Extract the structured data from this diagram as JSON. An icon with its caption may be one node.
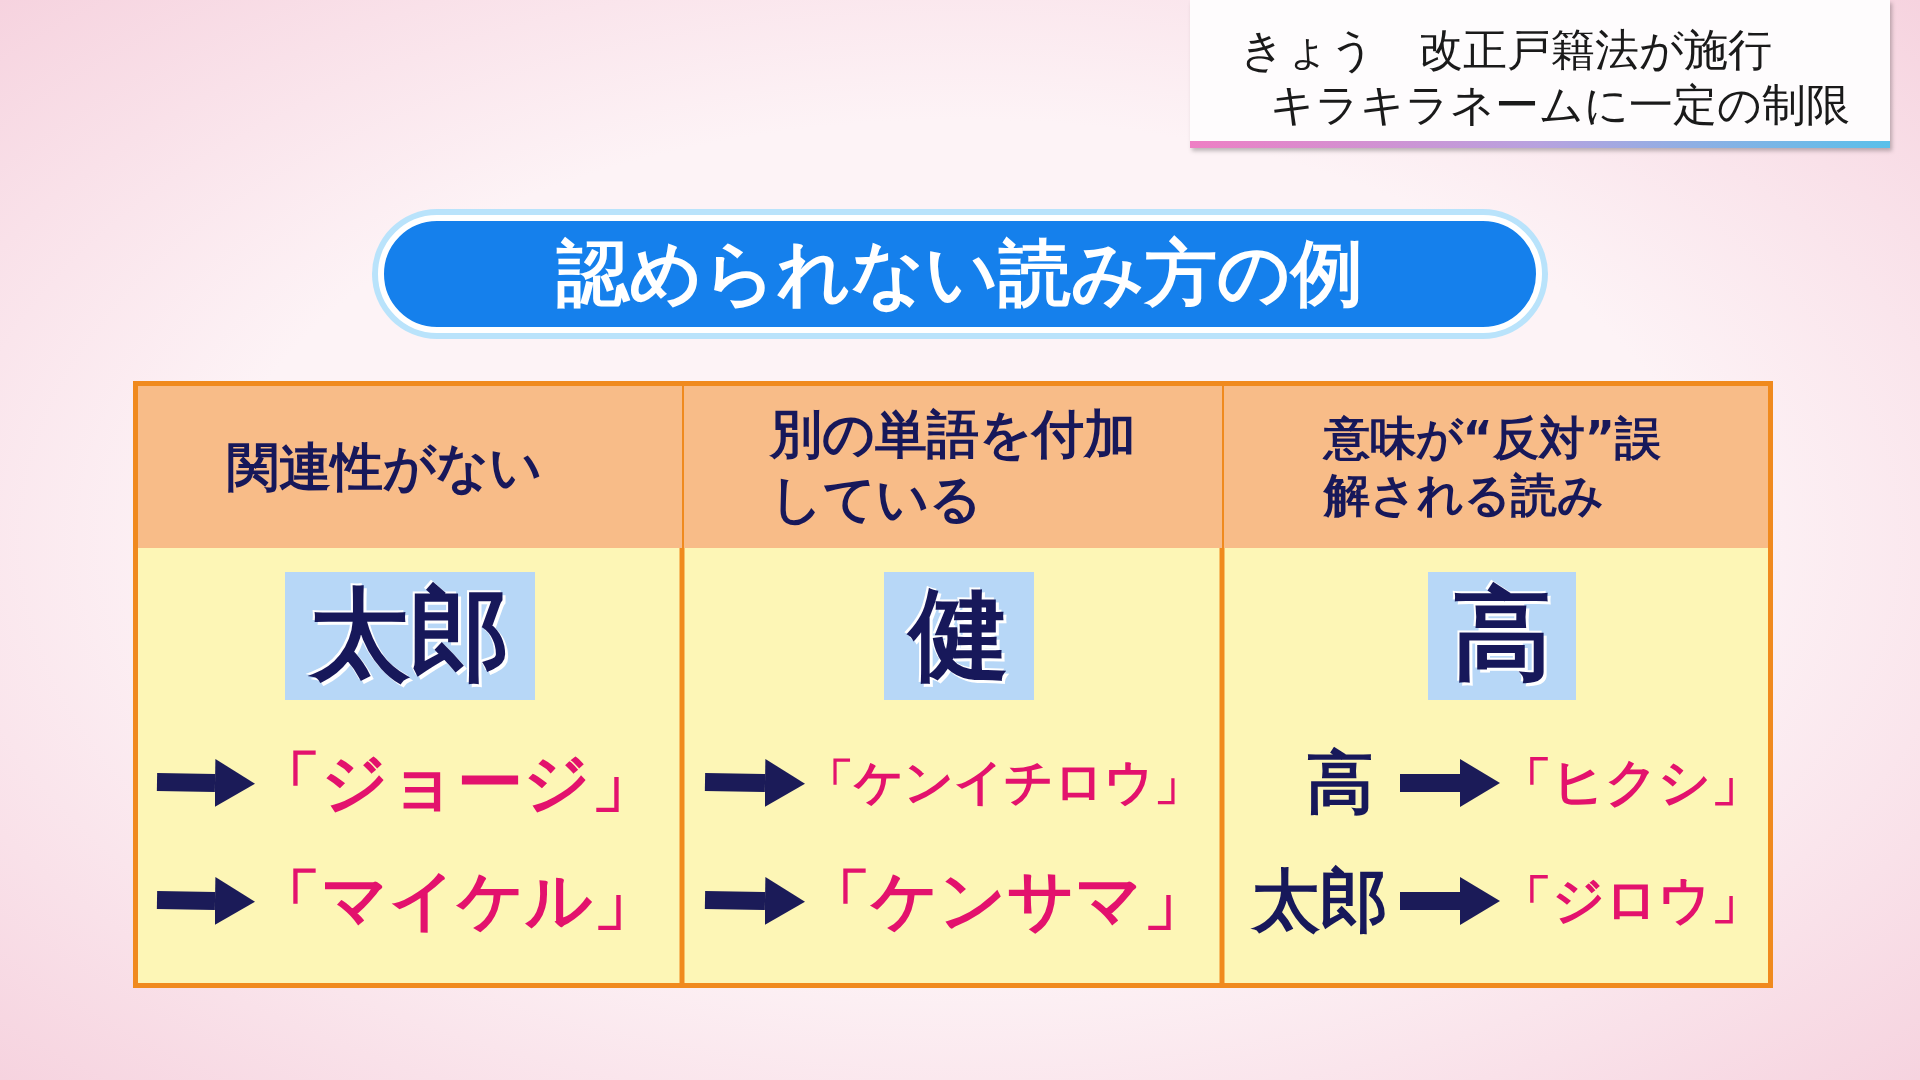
{
  "diagram": {
    "nodes": [
      {
        "text": [
          "きょう　改正戸籍法が施行",
          "キラキラネームに一定の制限"
        ]
      },
      {
        "text": [
          "認められない読み方の例"
        ]
      },
      {
        "text": [
          "関連性がない"
        ]
      },
      {
        "text": [
          "別の単語を付加している"
        ]
      },
      {
        "text": [
          "意味が“反対”誤解される読み"
        ]
      },
      {
        "text": [
          "太郎"
        ]
      },
      {
        "text": [
          "健"
        ]
      },
      {
        "text": [
          "高"
        ]
      },
      {
        "text": [
          "「ジョージ」"
        ]
      },
      {
        "text": [
          "「マイケル」"
        ]
      },
      {
        "text": [
          "「ケンイチロウ」"
        ]
      },
      {
        "text": [
          "「ケンサマ」"
        ]
      },
      {
        "text": [
          "高"
        ]
      },
      {
        "text": [
          "「ヒクシ」"
        ]
      },
      {
        "text": [
          "太郎"
        ]
      },
      {
        "text": [
          "「ジロウ」"
        ]
      }
    ],
    "edges": [
      {
        "from": null,
        "to": 8,
        "arrow": "to"
      },
      {
        "from": null,
        "to": 9,
        "arrow": "to"
      },
      {
        "from": null,
        "to": 10,
        "arrow": "to"
      },
      {
        "from": null,
        "to": 11,
        "arrow": "to"
      },
      {
        "from": 12,
        "to": 13,
        "arrow": "to"
      },
      {
        "from": 14,
        "to": 15,
        "arrow": "to"
      }
    ]
  }
}
